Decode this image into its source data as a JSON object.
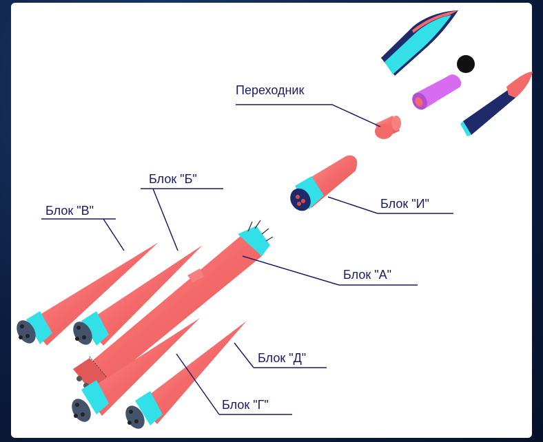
{
  "diagram": {
    "labels": {
      "adapter": "Переходник",
      "block_b": "Блок \"Б\"",
      "block_v": "Блок \"В\"",
      "block_i": "Блок \"И\"",
      "block_a": "Блок \"А\"",
      "block_d": "Блок \"Д\"",
      "block_g": "Блок \"Г\""
    },
    "colors": {
      "body": "#f46a6a",
      "band": "#33e0e8",
      "fairing_dark": "#1f2a6a",
      "payload": "#d86cf0",
      "text": "#1a1a66",
      "background": "#0b1d3f"
    }
  }
}
